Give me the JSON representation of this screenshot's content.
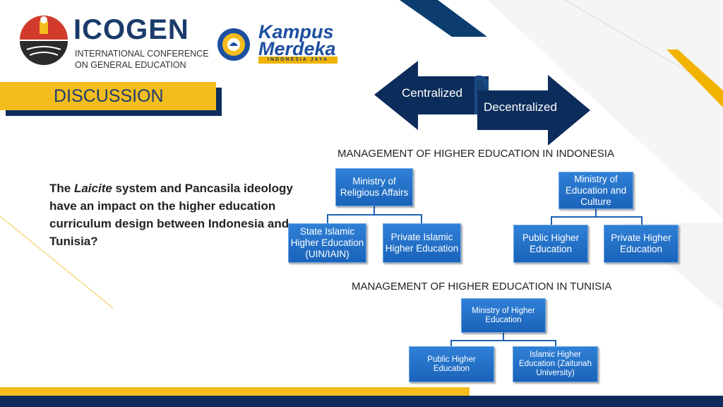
{
  "header": {
    "icogen_title": "ICOGEN",
    "icogen_subtitle_line1": "INTERNATIONAL CONFERENCE",
    "icogen_subtitle_line2": "ON GENERAL EDUCATION",
    "kampus_line1": "Kampus",
    "kampus_line2": "Merdeka",
    "kampus_band": "INDONESIA JAYA"
  },
  "section": {
    "title": "DISCUSSION"
  },
  "question": {
    "part1": "The ",
    "italic": "Laicite",
    "part2": " system and Pancasila ideology have an impact on the higher education curriculum design between Indonesia and Tunisia?"
  },
  "arrows": {
    "left": "Centralized",
    "right": "Decentralized"
  },
  "indonesia": {
    "title": "MANAGEMENT OF HIGHER EDUCATION IN INDONESIA",
    "religious": {
      "root": "Ministry of Religious Affairs",
      "children": [
        "State Islamic Higher Education (UIN/IAIN)",
        "Private Islamic Higher Education"
      ]
    },
    "education": {
      "root": "Ministry of Education and Culture",
      "children": [
        "Public Higher Education",
        "Private Higher Education"
      ]
    }
  },
  "tunisia": {
    "title": "MANAGEMENT OF HIGHER EDUCATION IN TUNISIA",
    "root": "Ministry of Higher Education",
    "children": [
      "Public Higher Education",
      "Islamic Higher Education (Zaitunah University)"
    ]
  },
  "colors": {
    "navy": "#0c2d5c",
    "gold": "#f2bd1d",
    "box_blue": "#1f6fc8"
  }
}
